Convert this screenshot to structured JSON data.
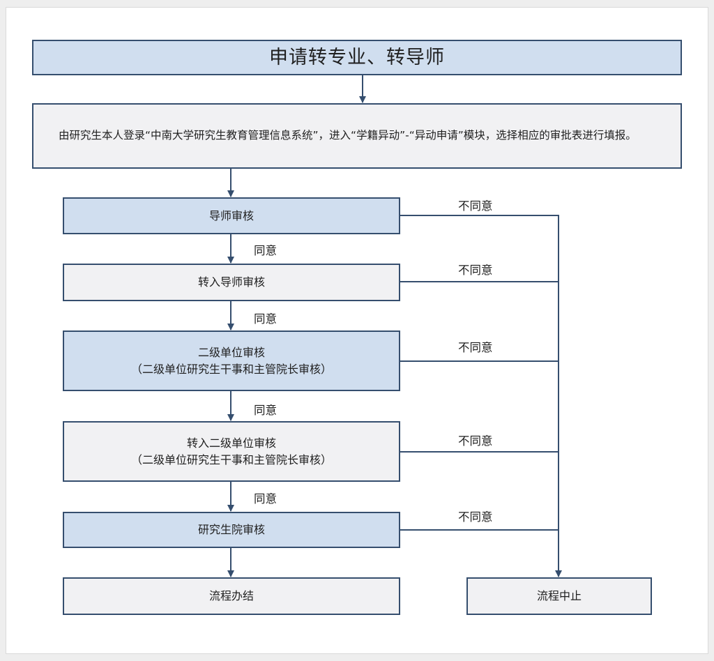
{
  "title": "申请转专业、转导师",
  "intro": "由研究生本人登录“中南大学研究生教育管理信息系统”，进入“学籍异动”-“异动申请”模块，选择相应的审批表进行填报。",
  "steps": [
    {
      "line1": "导师审核",
      "line2": ""
    },
    {
      "line1": "转入导师审核",
      "line2": ""
    },
    {
      "line1": "二级单位审核",
      "line2": "（二级单位研究生干事和主管院长审核）"
    },
    {
      "line1": "转入二级单位审核",
      "line2": "（二级单位研究生干事和主管院长审核）"
    },
    {
      "line1": "研究生院审核",
      "line2": ""
    }
  ],
  "end_ok": "流程办结",
  "end_stop": "流程中止",
  "approve_label": "同意",
  "reject_label": "不同意",
  "colors": {
    "line": "#354e6e",
    "box_blue": "#d0deef",
    "box_gray": "#f1f1f3"
  }
}
